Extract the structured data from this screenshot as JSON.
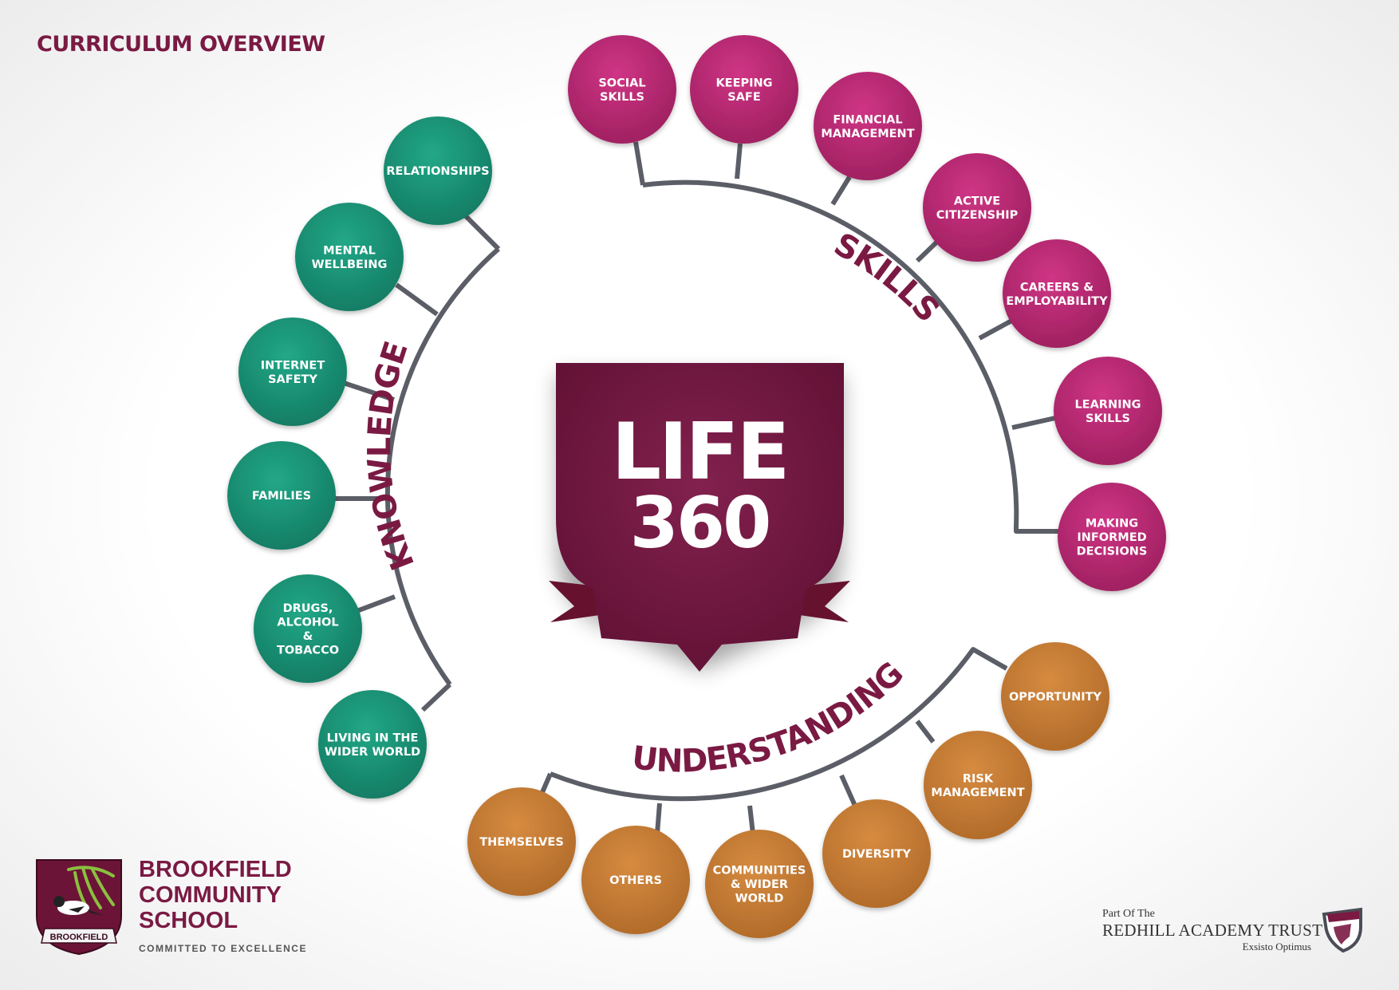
{
  "title": "CURRICULUM OVERVIEW",
  "center": {
    "line1": "LIFE",
    "line2": "360"
  },
  "groups": {
    "knowledge": {
      "label": "KNOWLEDGE",
      "color": "#1a9478",
      "items": [
        {
          "id": "relationships",
          "lines": [
            "RELATIONSHIPS"
          ]
        },
        {
          "id": "mental-wellbeing",
          "lines": [
            "MENTAL",
            "WELLBEING"
          ]
        },
        {
          "id": "internet-safety",
          "lines": [
            "INTERNET",
            "SAFETY"
          ]
        },
        {
          "id": "families",
          "lines": [
            "FAMILIES"
          ]
        },
        {
          "id": "drugs-alcohol-tobacco",
          "lines": [
            "DRUGS,",
            "ALCOHOL",
            "&",
            "TOBACCO"
          ]
        },
        {
          "id": "living-in-the-wider-world",
          "lines": [
            "LIVING IN THE",
            "WIDER WORLD"
          ]
        }
      ]
    },
    "skills": {
      "label": "SKILLS",
      "color": "#bf2a76",
      "items": [
        {
          "id": "social-skills",
          "lines": [
            "SOCIAL",
            "SKILLS"
          ]
        },
        {
          "id": "keeping-safe",
          "lines": [
            "KEEPING",
            "SAFE"
          ]
        },
        {
          "id": "financial-management",
          "lines": [
            "FINANCIAL",
            "MANAGEMENT"
          ]
        },
        {
          "id": "active-citizenship",
          "lines": [
            "ACTIVE",
            "CITIZENSHIP"
          ]
        },
        {
          "id": "careers-employability",
          "lines": [
            "CAREERS &",
            "EMPLOYABILITY"
          ]
        },
        {
          "id": "learning-skills",
          "lines": [
            "LEARNING",
            "SKILLS"
          ]
        },
        {
          "id": "making-informed-decisions",
          "lines": [
            "MAKING",
            "INFORMED",
            "DECISIONS"
          ]
        }
      ]
    },
    "understanding": {
      "label": "UNDERSTANDING",
      "color": "#c87c34",
      "items": [
        {
          "id": "themselves",
          "lines": [
            "THEMSELVES"
          ]
        },
        {
          "id": "others",
          "lines": [
            "OTHERS"
          ]
        },
        {
          "id": "communities-wider-world",
          "lines": [
            "COMMUNITIES",
            "& WIDER",
            "WORLD"
          ]
        },
        {
          "id": "diversity",
          "lines": [
            "DIVERSITY"
          ]
        },
        {
          "id": "risk-management",
          "lines": [
            "RISK",
            "MANAGEMENT"
          ]
        },
        {
          "id": "opportunity",
          "lines": [
            "OPPORTUNITY"
          ]
        }
      ]
    }
  },
  "colors": {
    "maroon": "#7a1a43",
    "connector": "#5b5e66"
  },
  "school": {
    "name_lines": [
      "BROOKFIELD",
      "COMMUNITY",
      "SCHOOL"
    ],
    "motto": "COMMITTED TO EXCELLENCE",
    "crest_banner": "BROOKFIELD"
  },
  "trust": {
    "prefix": "Part Of The",
    "name": "REDHILL ACADEMY TRUST",
    "motto": "Exsisto Optimus"
  }
}
